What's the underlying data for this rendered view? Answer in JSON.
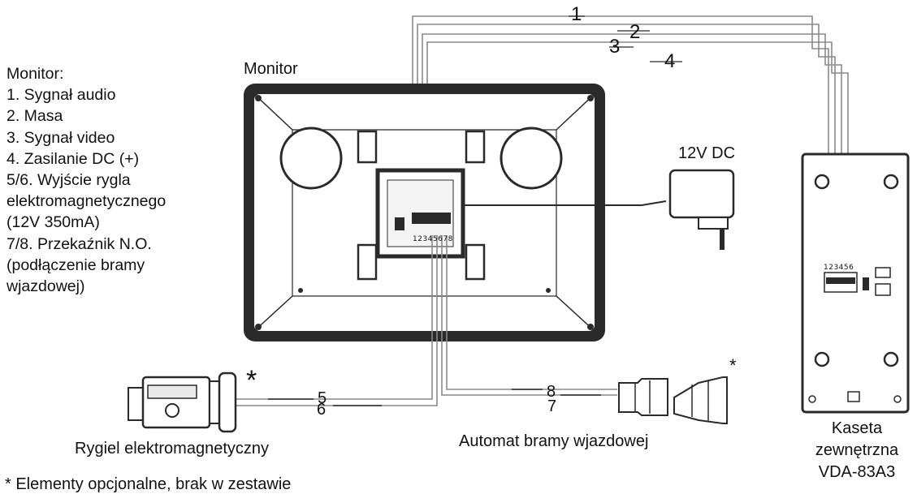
{
  "legend": {
    "title": "Monitor:",
    "items": [
      "1. Sygnał audio",
      "2. Masa",
      "3. Sygnał video",
      "4. Zasilanie DC (+)",
      "5/6. Wyjście rygla",
      "elektromagnetycznego",
      "(12V 350mA)",
      "7/8. Przekaźnik N.O.",
      "(podłączenie bramy",
      "wjazdowej)"
    ]
  },
  "monitor_label": "Monitor",
  "power_label": "12V DC",
  "wire_numbers": {
    "w1": "1",
    "w2": "2",
    "w3": "3",
    "w4": "4",
    "w5": "5",
    "w6": "6",
    "w7": "7",
    "w8": "8"
  },
  "lock_label": "Rygiel elektromagnetyczny",
  "gate_label": "Automat bramy wjazdowej",
  "outdoor_unit": {
    "line1": "Kaseta",
    "line2": "zewnętrzna",
    "line3": "VDA-83A3"
  },
  "monitor_pins": "12345678",
  "outdoor_pins": "123456",
  "footnote": "* Elementy opcjonalne, brak w zestawie",
  "stars": {
    "lock": "*",
    "gate": "*"
  },
  "colors": {
    "stroke": "#1a1a1a",
    "wire": "#8a8a8a",
    "panel": "#e9e9e9",
    "accent": "#d6d6d6"
  }
}
